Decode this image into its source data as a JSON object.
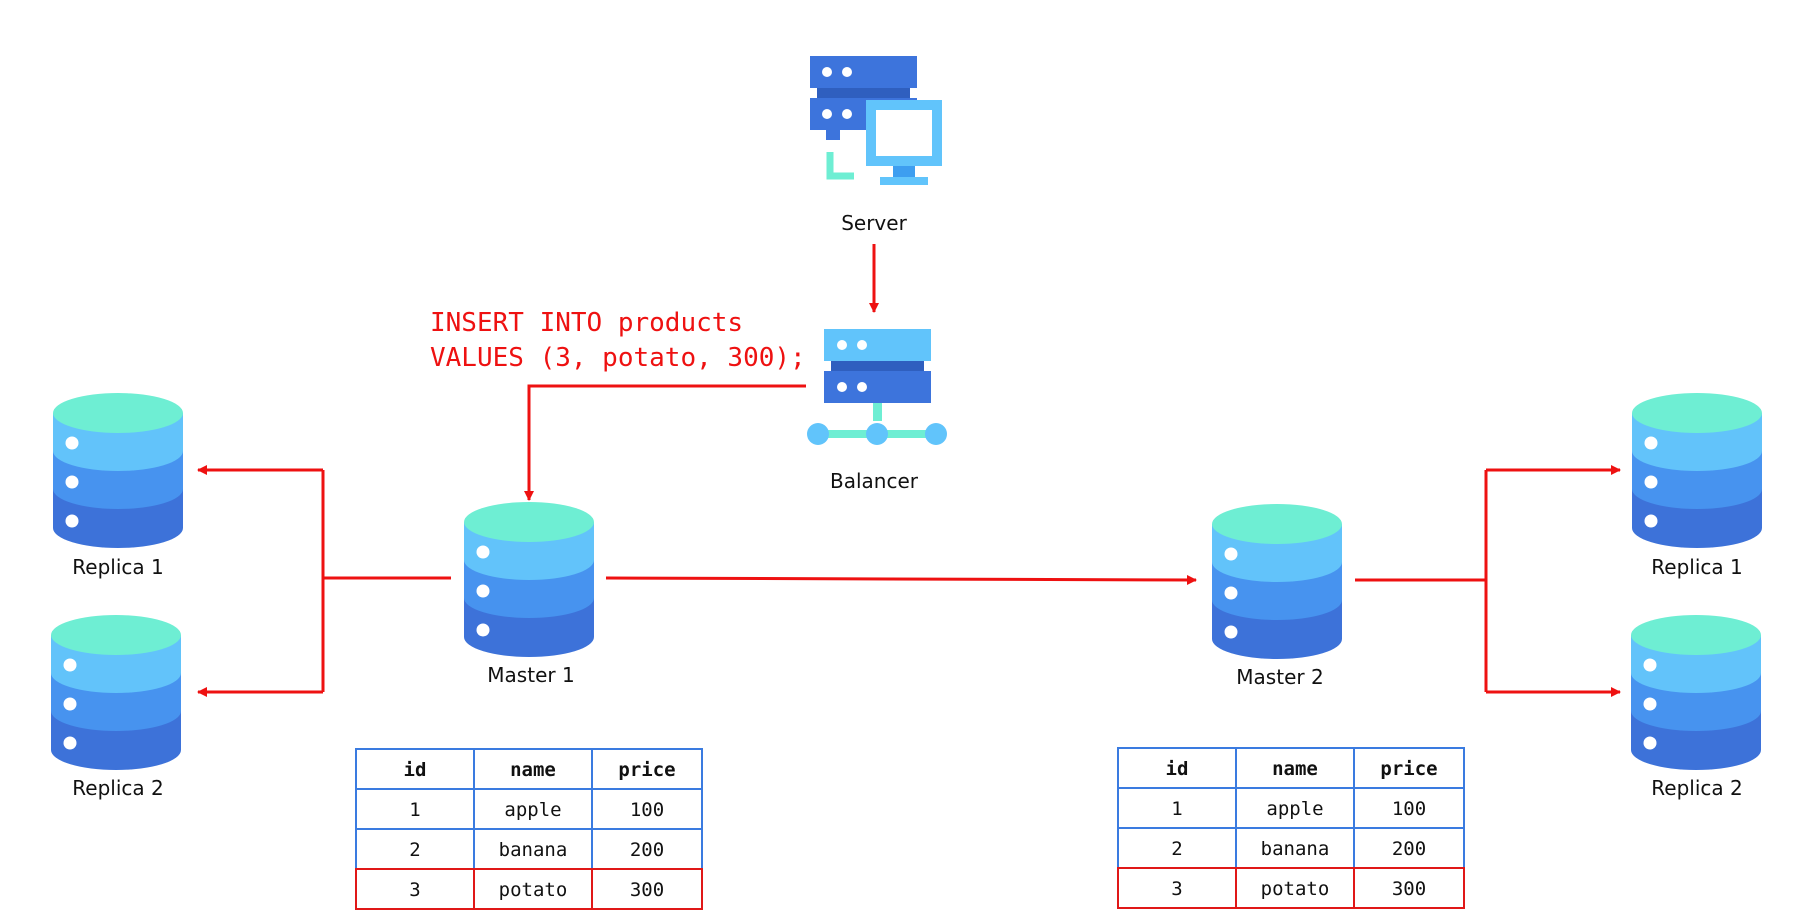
{
  "nodes": {
    "server": "Server",
    "balancer": "Balancer",
    "master_1": "Master 1",
    "master_2": "Master 2",
    "left_replica_1": "Replica 1",
    "left_replica_2": "Replica 2",
    "right_replica_1": "Replica 1",
    "right_replica_2": "Replica 2"
  },
  "query": {
    "line_1": "INSERT INTO products",
    "line_2": "VALUES (3, potato, 300);"
  },
  "tables": {
    "master_1": {
      "headers": [
        "id",
        "name",
        "price"
      ],
      "rows": [
        [
          "1",
          "apple",
          "100"
        ],
        [
          "2",
          "banana",
          "200"
        ],
        [
          "3",
          "potato",
          "300"
        ]
      ],
      "highlight_row": 2
    },
    "master_2": {
      "headers": [
        "id",
        "name",
        "price"
      ],
      "rows": [
        [
          "1",
          "apple",
          "100"
        ],
        [
          "2",
          "banana",
          "200"
        ],
        [
          "3",
          "potato",
          "300"
        ]
      ],
      "highlight_row": 2
    }
  },
  "icons": {
    "server": "server-with-monitor-icon",
    "balancer": "load-balancer-icon",
    "database": "database-cylinder-icon"
  },
  "colors": {
    "arrow": "#ee1111",
    "query_text": "#ee1111",
    "table_border": "#3a7be0",
    "highlight_border": "#e01818",
    "db_top": "#6eeed3",
    "db_band_1": "#62c3fa",
    "db_band_2": "#4793ef",
    "db_band_3": "#3d72d9",
    "server_dark": "#3d74dc",
    "server_light": "#61c4fb",
    "server_accent": "#6eeed3"
  }
}
